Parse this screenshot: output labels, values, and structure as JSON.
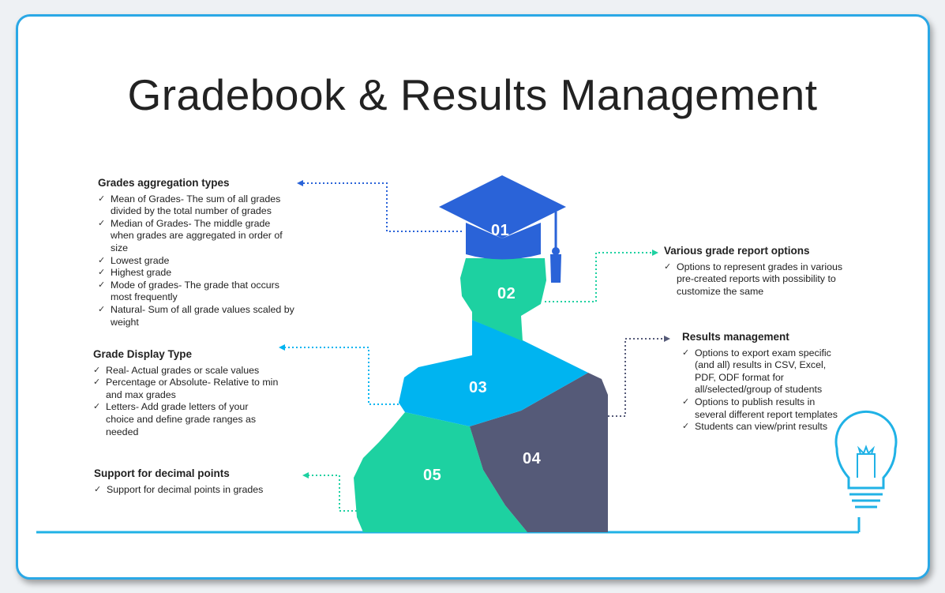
{
  "title": "Gradebook & Results Management",
  "colors": {
    "blue_cap": "#2a63d8",
    "green": "#1dd1a1",
    "cyan": "#00b4f0",
    "slate": "#555a78",
    "frame": "#2aa8e6",
    "line": "#20b2e6"
  },
  "icons": {
    "bulb": "lightbulb-icon",
    "check": "checkmark-icon"
  },
  "segments": [
    {
      "num": "01",
      "color": "#2a63d8"
    },
    {
      "num": "02",
      "color": "#1dd1a1"
    },
    {
      "num": "03",
      "color": "#00b4f0"
    },
    {
      "num": "04",
      "color": "#555a78"
    },
    {
      "num": "05",
      "color": "#1dd1a1"
    }
  ],
  "blocks": {
    "aggregation": {
      "heading": "Grades aggregation types",
      "items": [
        "Mean of Grades- The sum of all grades divided by the total number of grades",
        "Median of Grades- The middle grade when grades are aggregated in order of size",
        "Lowest grade",
        "Highest grade",
        "Mode of grades- The grade that occurs most frequently",
        "Natural- Sum of all grade values scaled by weight"
      ]
    },
    "display": {
      "heading": "Grade Display Type",
      "items": [
        "Real- Actual grades or scale values",
        "Percentage or Absolute- Relative to min and max grades",
        "Letters- Add grade letters of your choice and define grade ranges as needed"
      ]
    },
    "decimal": {
      "heading": "Support for decimal points",
      "items": [
        "Support for decimal points in grades"
      ]
    },
    "report": {
      "heading": "Various grade report options",
      "items": [
        "Options to represent grades in various pre-created reports with possibility to customize the same"
      ]
    },
    "results": {
      "heading": "Results management",
      "items": [
        "Options to export exam specific (and all) results in CSV, Excel, PDF, ODF format for all/selected/group of students",
        "Options to publish results in several different report templates",
        "Students can view/print results"
      ]
    }
  }
}
